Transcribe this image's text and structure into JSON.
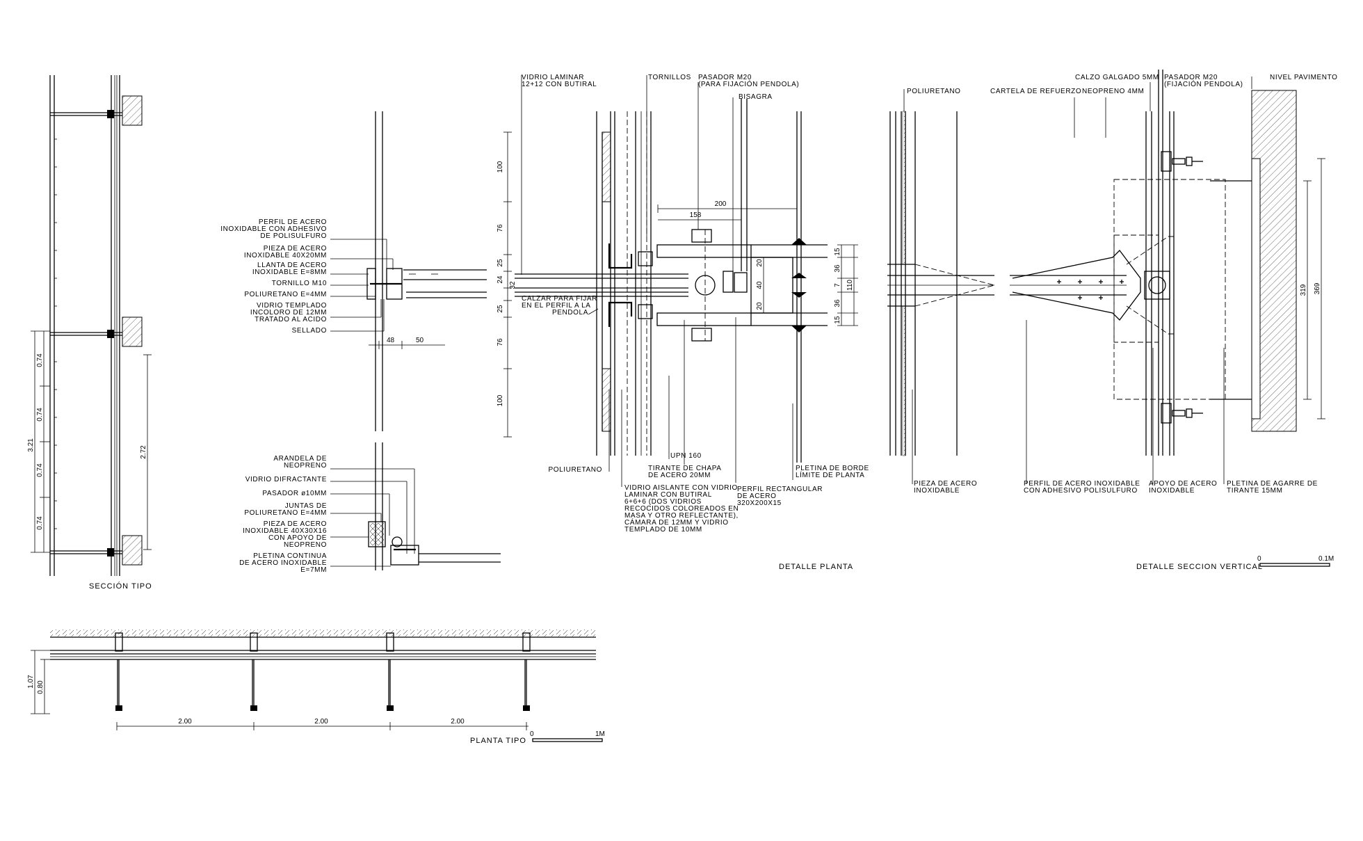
{
  "titles": {
    "seccion_tipo": "SECCIÓN TIPO",
    "detalle_planta": "DETALLE PLANTA",
    "detalle_seccion_vertical": "DETALLE SECCION VERTICAL",
    "planta_tipo": "PLANTA TIPO"
  },
  "scales": {
    "vertical_zero": "0",
    "vertical_end": "0.1M",
    "planta_zero": "0",
    "planta_end": "1M"
  },
  "seccion_tipo_dims": {
    "total": "3.21",
    "a": "0.74",
    "b": "0.74",
    "c": "0.74",
    "d": "0.74",
    "inner": "2.72"
  },
  "planta_tipo_dims": {
    "outer": "1.07",
    "inner": "0.80",
    "spans": [
      "2.00",
      "2.00",
      "2.00"
    ]
  },
  "detail1_labels": {
    "perfil": [
      "PERFIL DE ACERO",
      "INOXIDABLE CON ADHESIVO",
      "DE POLISULFURO"
    ],
    "pieza": [
      "PIEZA DE ACERO",
      "INOXIDABLE 40X20MM"
    ],
    "llanta": [
      "LLANTA DE ACERO",
      "INOXIDABLE E=8MM"
    ],
    "tornillo": [
      "TORNILLO M10"
    ],
    "poliuretano": [
      "POLIURETANO E=4MM"
    ],
    "vidrio": [
      "VIDRIO TEMPLADO",
      "INCOLORO DE 12MM",
      "TRATADO AL ACIDO"
    ],
    "sellado": [
      "SELLADO"
    ],
    "dim_a": "48",
    "dim_b": "50"
  },
  "detail2_labels": {
    "arandela": [
      "ARANDELA DE",
      "NEOPRENO"
    ],
    "vidrio_difr": [
      "VIDRIO DIFRACTANTE"
    ],
    "pasador": [
      "PASADOR ø10MM"
    ],
    "juntas": [
      "JUNTAS DE",
      "POLIURETANO E=4MM"
    ],
    "pieza": [
      "PIEZA DE ACERO",
      "INOXIDABLE 40X30X16",
      "CON APOYO DE",
      "NEOPRENO"
    ],
    "pletina": [
      "PLETINA CONTINUA",
      "DE ACERO INOXIDABLE",
      "E=7MM"
    ]
  },
  "planta_labels": {
    "vidrio_laminar": [
      "VIDRIO LAMINAR",
      "12+12 CON BUTIRAL"
    ],
    "tornillos": [
      "TORNILLOS"
    ],
    "pasador": [
      "PASADOR M20",
      "(PARA FIJACIÓN PENDOLA)"
    ],
    "bisagra": [
      "BISAGRA"
    ],
    "calzar": [
      "CALZAR PARA FIJAR",
      "EN EL PERFIL A LA",
      "PENDOLA"
    ],
    "poliuretano": [
      "POLIURETANO"
    ],
    "upn": [
      "UPN 160"
    ],
    "tirante": [
      "TIRANTE DE CHAPA",
      "DE ACERO 20MM"
    ],
    "vidrio_aislante": [
      "VIDRIO AISLANTE CON VIDRIO",
      "LAMINAR CON BUTIRAL",
      "6+6+6 (DOS VIDRIOS",
      "RECOCIDOS COLOREADOS EN",
      "MASA Y OTRO REFLECTANTE),",
      "CÁMARA DE 12MM Y VIDRIO",
      "TEMPLADO DE 10MM"
    ],
    "perfil_rect": [
      "PERFIL RECTANGULAR",
      "DE ACERO",
      "320X200X15"
    ],
    "pletina_borde": [
      "PLETINA DE BORDE",
      "LÍMITE DE PLANTA"
    ],
    "dims_left": [
      "100",
      "76",
      "25",
      "24",
      "32",
      "25",
      "76",
      "100"
    ],
    "dims_top": [
      "200",
      "158"
    ],
    "dims_mid": [
      "20",
      "40",
      "20"
    ],
    "dims_right": [
      "15",
      "36",
      "7",
      "36",
      "15"
    ],
    "dim_right_total": "110"
  },
  "vertical_labels": {
    "poliuretano": [
      "POLIURETANO"
    ],
    "calzo": [
      "CALZO GALGADO 5MM"
    ],
    "pasador": [
      "PASADOR M20",
      "(FIJACIÓN PENDOLA)"
    ],
    "cartela": [
      "CARTELA DE REFUERZO"
    ],
    "neopreno": [
      "NEOPRENO 4MM"
    ],
    "nivel": [
      "NIVEL PAVIMENTO"
    ],
    "pieza": [
      "PIEZA DE ACERO",
      "INOXIDABLE"
    ],
    "perfil": [
      "PERFIL DE ACERO INOXIDABLE",
      "CON ADHESIVO POLISULFURO"
    ],
    "apoyo": [
      "APOYO DE ACERO",
      "INOXIDABLE"
    ],
    "pletina": [
      "PLETINA DE AGARRE DE",
      "TIRANTE 15MM"
    ],
    "dim_a": "319",
    "dim_b": "369"
  }
}
